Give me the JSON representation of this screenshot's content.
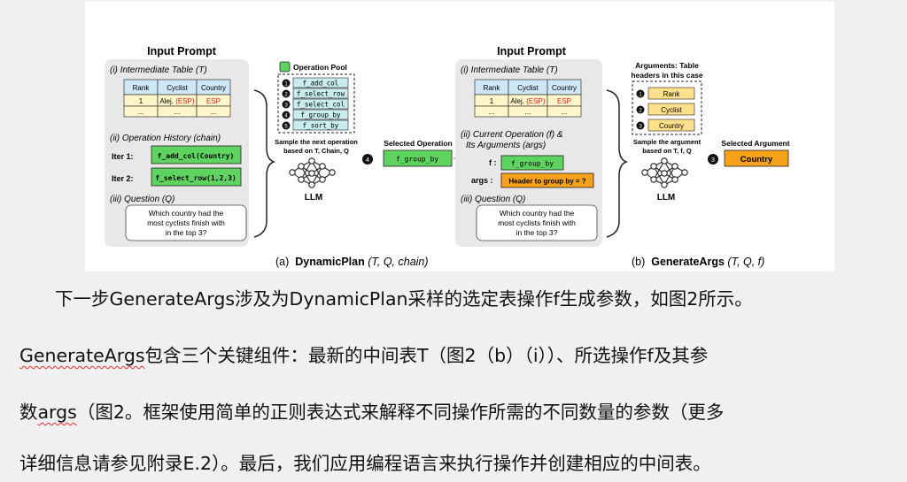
{
  "figure": {
    "left": {
      "prompt_title": "Input Prompt",
      "table_label": "(i) Intermediate Table (T)",
      "table_headers": [
        "Rank",
        "Cyclist",
        "Country"
      ],
      "table_row": [
        "1",
        "Alej. ",
        "(ESP)",
        "ESP"
      ],
      "table_dots": [
        "...",
        "...",
        "..."
      ],
      "history_label": "(ii) Operation History (chain)",
      "iter1_label": "Iter 1:",
      "iter1_op": "f_add_col(Country)",
      "iter2_label": "Iter 2:",
      "iter2_op": "f_select_row(1,2,3)",
      "question_label": "(iii) Question (Q)",
      "question_lines": [
        "Which country had the",
        "most cyclists finish with",
        "in the top 3?"
      ],
      "pool_title": "Operation Pool",
      "pool_ops": [
        "f_add_col",
        "f_select_row",
        "f_select_col",
        "f_group_by",
        "f_sort_by"
      ],
      "pool_nums": [
        "1",
        "2",
        "3",
        "4",
        "5"
      ],
      "sample_lines": [
        "Sample the next operation",
        "based on T, Chain, Q"
      ],
      "selected_label": "Selected Operation",
      "selected_num": "4",
      "selected_op": "f_group_by",
      "llm_label": "LLM",
      "caption_tag": "(a)",
      "caption_name": "DynamicPlan",
      "caption_args": "(T, Q, chain)"
    },
    "right": {
      "prompt_title": "Input Prompt",
      "table_label": "(i) Intermediate Table (T)",
      "table_headers": [
        "Rank",
        "Cyclist",
        "Country"
      ],
      "table_row": [
        "1",
        "Alej. ",
        "(ESP)",
        "ESP"
      ],
      "table_dots": [
        "...",
        "...",
        "..."
      ],
      "current_label_1": "(ii) Current Operation (f) &",
      "current_label_2": "Its Arguments (args)",
      "f_label": "f :",
      "f_value": "f_group_by",
      "args_label": "args :",
      "args_value": "Header to group by = ?",
      "question_label": "(iii) Question (Q)",
      "question_lines": [
        "Which country had the",
        "most cyclists finish with",
        "in the top 3?"
      ],
      "args_title_lines": [
        "Arguments: Table",
        "headers in this case"
      ],
      "arg_items": [
        "Rank",
        "Cyclist",
        "Country"
      ],
      "arg_nums": [
        "1",
        "2",
        "3"
      ],
      "sample_lines": [
        "Sample the argument",
        "based on T, f, Q"
      ],
      "selected_label": "Selected Argument",
      "selected_num": "3",
      "selected_arg": "Country",
      "llm_label": "LLM",
      "caption_tag": "(b)",
      "caption_name": "GenerateArgs",
      "caption_args": "(T, Q, f)"
    }
  },
  "paragraphs": {
    "p1": "下一步GenerateArgs涉及为DynamicPlan采样的选定表操作f生成参数，如图2所示。",
    "p2_a": "GenerateArgs",
    "p2_b": "包含三个关键组件：最新的中间表T（图2（b）（i））、所选操作f及其参",
    "p3_a": "数",
    "p3_b": "args",
    "p3_c": "（图2。框架使用简单的正则表达式来解释不同操作所需的不同数量的参数（更多",
    "p4": "详细信息请参见附录E.2）。最后，我们应用编程语言来执行操作并创建相应的中间表。"
  },
  "colors": {
    "panel_bg": "#e8e8e8",
    "table_header": "#cfe6f5",
    "table_row": "#fff6c9",
    "green_box": "#5fd35f",
    "pool_box": "#c9ecef",
    "arg_box": "#ffe08a",
    "selected_arg": "#f5a21a",
    "args_value_bg": "#f5a21a",
    "red_text": "#d62020"
  }
}
